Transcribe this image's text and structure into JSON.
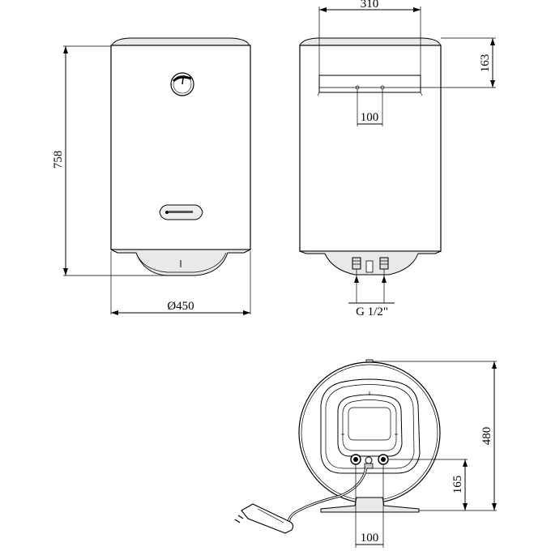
{
  "dimensions": {
    "front_height": "758",
    "front_diameter": "Ø450",
    "top_width": "310",
    "bracket_offset": "163",
    "bracket_spacing": "100",
    "pipe_thread": "G 1/2\"",
    "bottom_height": "480",
    "bottom_connection_height": "165",
    "bottom_spacing": "100"
  },
  "brand_icon": "ariston-logo-icon",
  "gauge_icon": "thermometer-gauge-icon"
}
